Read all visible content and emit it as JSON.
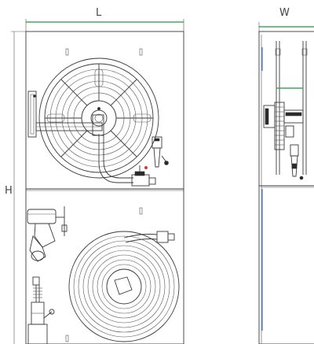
{
  "dimensions": {
    "length_label": "L",
    "width_label": "W",
    "height_label": "H"
  },
  "colors": {
    "outline": "#3a3a3a",
    "dimension": "#3cae5a",
    "accent": "#3f6fd0",
    "valve_handle": "#d23a2a"
  }
}
